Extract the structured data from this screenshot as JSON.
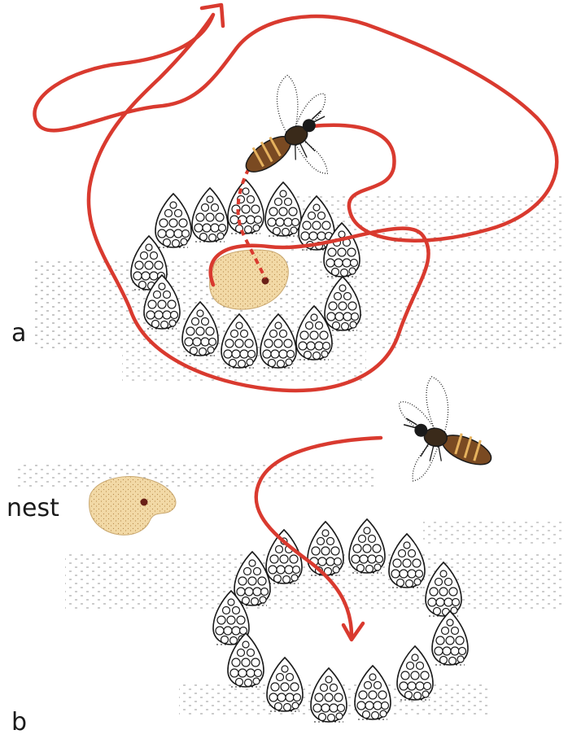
{
  "labels": {
    "panel_a": "a",
    "panel_b": "b",
    "nest": "nest"
  },
  "colors": {
    "flight_path": "#d93a2f",
    "nest_fill": "#f2d9a6",
    "ink": "#1a1a1a",
    "wasp_body": "#7a4a22"
  }
}
